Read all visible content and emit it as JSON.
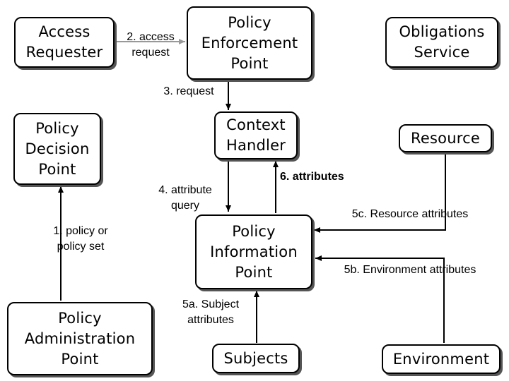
{
  "nodes": {
    "access_requester": "Access\nRequester",
    "pep": "Policy\nEnforcement\nPoint",
    "obligations_service": "Obligations\nService",
    "pdp": "Policy\nDecision\nPoint",
    "context_handler": "Context\nHandler",
    "resource": "Resource",
    "pip": "Policy\nInformation\nPoint",
    "pap": "Policy\nAdministration\nPoint",
    "subjects": "Subjects",
    "environment": "Environment"
  },
  "edges": {
    "access": "2. access\nrequest",
    "request": "3. request",
    "attribute_query": "4. attribute\nquery",
    "attributes": "6. attributes",
    "resource_attributes": "5c. Resource attributes",
    "policy_set": "1. policy or\npolicy set",
    "environment_attributes": "5b. Environment attributes",
    "subject_attributes": "5a. Subject\nattributes"
  }
}
